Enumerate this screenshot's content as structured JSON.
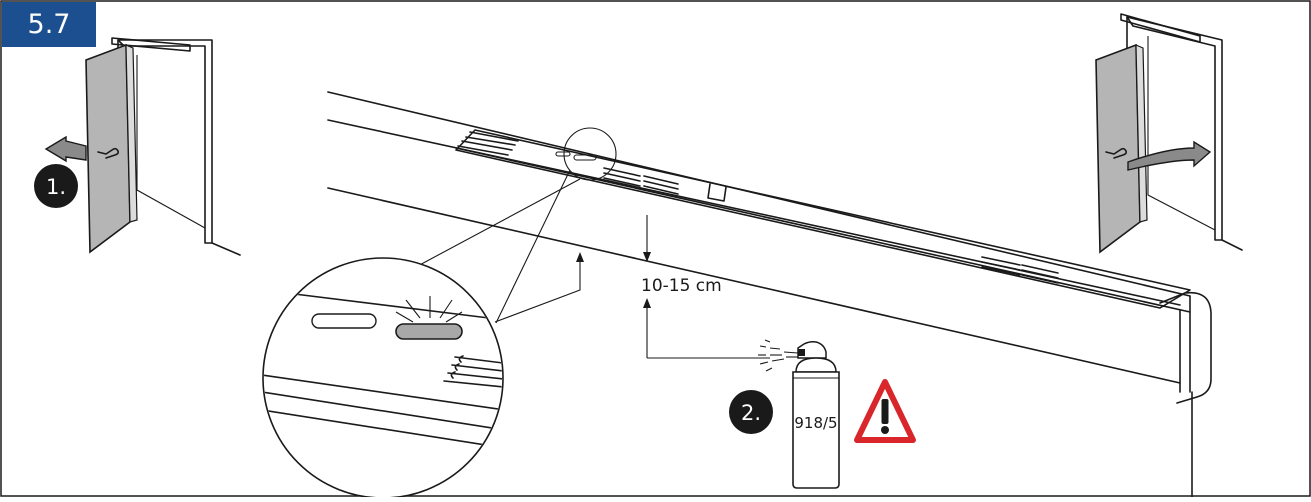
{
  "step_number": "5.7",
  "steps": [
    {
      "number": "1."
    },
    {
      "number": "2."
    }
  ],
  "distance_label": "10-15 cm",
  "spray_can_label": "918/5",
  "colors": {
    "badge_background": "#1b4f8f",
    "badge_text": "#ffffff",
    "line_art": "#1a1a1a",
    "door_leaf": "#b5b5b5",
    "warning_red": "#d8262b",
    "highlight_grey": "#a8a8a8"
  },
  "icons": [
    "warning-triangle-icon",
    "arrow-left-icon",
    "arrow-right-icon",
    "spray-can-icon",
    "door-icon",
    "magnifier-icon"
  ]
}
